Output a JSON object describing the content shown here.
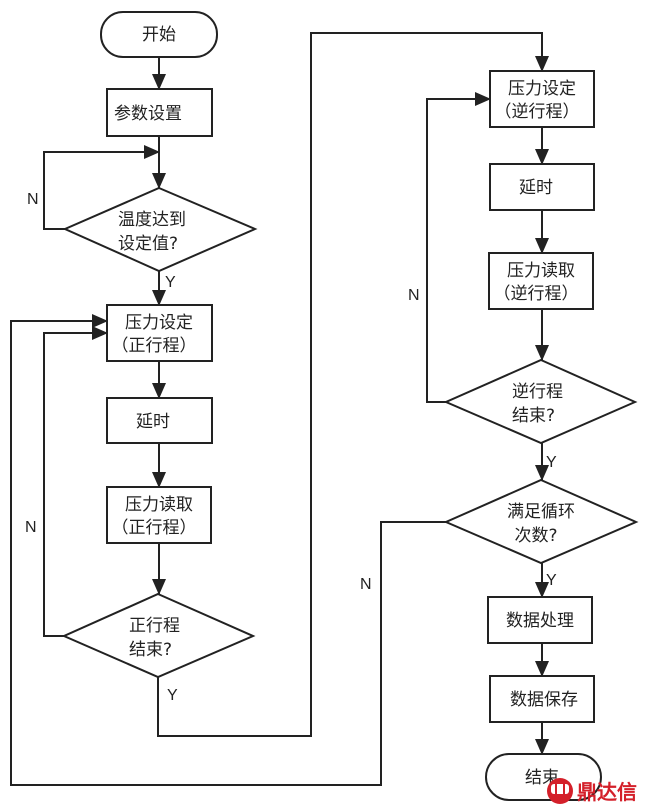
{
  "diagram": {
    "type": "flowchart",
    "nodes": {
      "start": {
        "shape": "terminal",
        "lines": [
          "开始"
        ]
      },
      "params": {
        "shape": "process",
        "lines": [
          "参数设置"
        ]
      },
      "temp_check": {
        "shape": "decision",
        "lines": [
          "温度达到",
          "设定值?"
        ]
      },
      "fwd_set": {
        "shape": "process",
        "lines": [
          "压力设定",
          "（正行程）"
        ]
      },
      "fwd_delay": {
        "shape": "process",
        "lines": [
          "延时"
        ]
      },
      "fwd_read": {
        "shape": "process",
        "lines": [
          "压力读取",
          "（正行程）"
        ]
      },
      "fwd_end": {
        "shape": "decision",
        "lines": [
          "正行程",
          "结束?"
        ]
      },
      "rev_set": {
        "shape": "process",
        "lines": [
          "压力设定",
          "（逆行程）"
        ]
      },
      "rev_delay": {
        "shape": "process",
        "lines": [
          "延时"
        ]
      },
      "rev_read": {
        "shape": "process",
        "lines": [
          "压力读取",
          "（逆行程）"
        ]
      },
      "rev_end": {
        "shape": "decision",
        "lines": [
          "逆行程",
          "结束?"
        ]
      },
      "cycle_check": {
        "shape": "decision",
        "lines": [
          "满足循环",
          "次数?"
        ]
      },
      "process_data": {
        "shape": "process",
        "lines": [
          "数据处理"
        ]
      },
      "save_data": {
        "shape": "process",
        "lines": [
          "数据保存"
        ]
      },
      "end": {
        "shape": "terminal",
        "lines": [
          "结束"
        ]
      }
    },
    "edges": [
      {
        "from": "start",
        "to": "params",
        "label": ""
      },
      {
        "from": "params",
        "to": "temp_check",
        "label": ""
      },
      {
        "from": "temp_check",
        "to": "temp_check",
        "label": "N"
      },
      {
        "from": "temp_check",
        "to": "fwd_set",
        "label": "Y"
      },
      {
        "from": "fwd_set",
        "to": "fwd_delay",
        "label": ""
      },
      {
        "from": "fwd_delay",
        "to": "fwd_read",
        "label": ""
      },
      {
        "from": "fwd_read",
        "to": "fwd_end",
        "label": ""
      },
      {
        "from": "fwd_end",
        "to": "fwd_set",
        "label": "N"
      },
      {
        "from": "fwd_end",
        "to": "rev_set",
        "label": "Y"
      },
      {
        "from": "rev_set",
        "to": "rev_delay",
        "label": ""
      },
      {
        "from": "rev_delay",
        "to": "rev_read",
        "label": ""
      },
      {
        "from": "rev_read",
        "to": "rev_end",
        "label": ""
      },
      {
        "from": "rev_end",
        "to": "rev_set",
        "label": "N"
      },
      {
        "from": "rev_end",
        "to": "cycle_check",
        "label": "Y"
      },
      {
        "from": "cycle_check",
        "to": "fwd_set",
        "label": "N"
      },
      {
        "from": "cycle_check",
        "to": "process_data",
        "label": "Y"
      },
      {
        "from": "process_data",
        "to": "save_data",
        "label": ""
      },
      {
        "from": "save_data",
        "to": "end",
        "label": ""
      }
    ],
    "labels": {
      "yes": "Y",
      "no": "N"
    }
  },
  "watermark": {
    "text": "鼎达信",
    "color": "#d4202a"
  }
}
